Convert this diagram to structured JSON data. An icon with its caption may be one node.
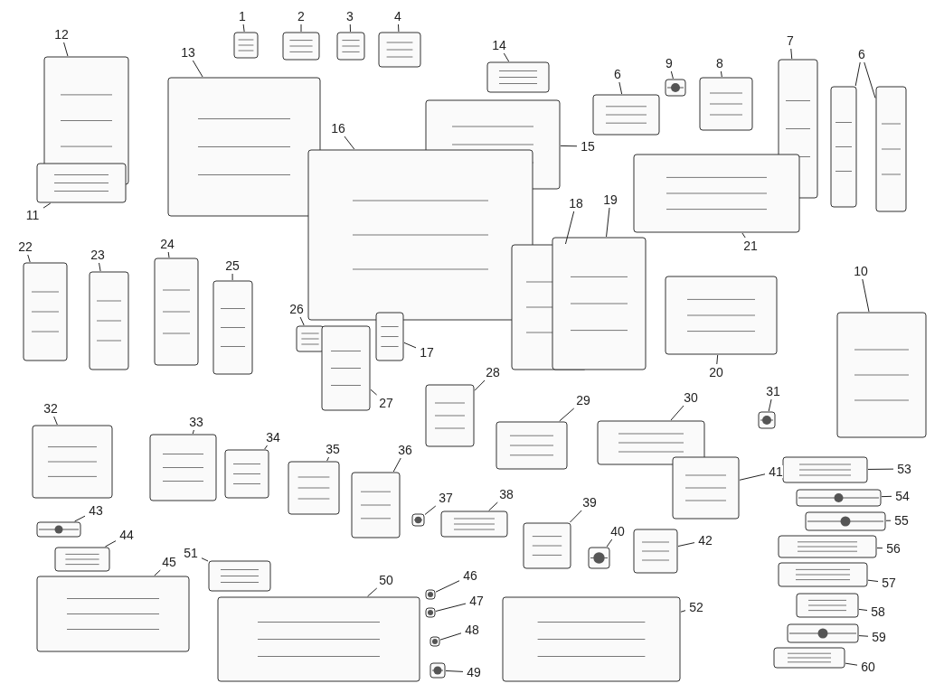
{
  "diagram": {
    "nodes": [
      {
        "text": [
          "1"
        ]
      },
      {
        "text": [],
        "shape": "picture"
      },
      {
        "text": [
          "2"
        ]
      },
      {
        "text": [],
        "shape": "picture"
      },
      {
        "text": [
          "3"
        ]
      },
      {
        "text": [],
        "shape": "picture"
      },
      {
        "text": [
          "4"
        ]
      },
      {
        "text": [],
        "shape": "picture"
      },
      {
        "text": [
          "12"
        ]
      },
      {
        "text": [],
        "shape": "picture"
      },
      {
        "text": [
          "13"
        ]
      },
      {
        "text": [],
        "shape": "picture"
      },
      {
        "text": [
          "14"
        ]
      },
      {
        "text": [],
        "shape": "picture"
      },
      {
        "text": [
          "6"
        ]
      },
      {
        "text": [],
        "shape": "picture"
      },
      {
        "text": [
          "9"
        ]
      },
      {
        "text": [],
        "shape": "picture"
      },
      {
        "text": [
          "8"
        ]
      },
      {
        "text": [],
        "shape": "picture"
      },
      {
        "text": [
          "7"
        ]
      },
      {
        "text": [],
        "shape": "picture"
      },
      {
        "text": [
          "6"
        ]
      },
      {
        "text": [],
        "shape": "picture"
      },
      {
        "text": [],
        "shape": "picture"
      },
      {
        "text": [
          "15"
        ]
      },
      {
        "text": [],
        "shape": "picture"
      },
      {
        "text": [
          "16"
        ]
      },
      {
        "text": [],
        "shape": "picture"
      },
      {
        "text": [
          "11"
        ]
      },
      {
        "text": [],
        "shape": "picture"
      },
      {
        "text": [
          "21"
        ]
      },
      {
        "text": [],
        "shape": "picture"
      },
      {
        "text": [
          "18"
        ]
      },
      {
        "text": [],
        "shape": "picture"
      },
      {
        "text": [
          "19"
        ]
      },
      {
        "text": [],
        "shape": "picture"
      },
      {
        "text": [
          "22"
        ]
      },
      {
        "text": [],
        "shape": "picture"
      },
      {
        "text": [
          "23"
        ]
      },
      {
        "text": [],
        "shape": "picture"
      },
      {
        "text": [
          "24"
        ]
      },
      {
        "text": [],
        "shape": "picture"
      },
      {
        "text": [
          "25"
        ]
      },
      {
        "text": [],
        "shape": "picture"
      },
      {
        "text": [
          "10"
        ]
      },
      {
        "text": [],
        "shape": "picture"
      },
      {
        "text": [
          "26"
        ]
      },
      {
        "text": [],
        "shape": "picture"
      },
      {
        "text": [
          "17"
        ]
      },
      {
        "text": [],
        "shape": "picture"
      },
      {
        "text": [
          "20"
        ]
      },
      {
        "text": [],
        "shape": "picture"
      },
      {
        "text": [
          "27"
        ]
      },
      {
        "text": [],
        "shape": "picture"
      },
      {
        "text": [
          "28"
        ]
      },
      {
        "text": [],
        "shape": "picture"
      },
      {
        "text": [
          "29"
        ]
      },
      {
        "text": [],
        "shape": "picture"
      },
      {
        "text": [
          "30"
        ]
      },
      {
        "text": [],
        "shape": "picture"
      },
      {
        "text": [
          "31"
        ]
      },
      {
        "text": [],
        "shape": "picture"
      },
      {
        "text": [
          "32"
        ]
      },
      {
        "text": [],
        "shape": "picture"
      },
      {
        "text": [
          "33"
        ]
      },
      {
        "text": [],
        "shape": "picture"
      },
      {
        "text": [
          "34"
        ]
      },
      {
        "text": [],
        "shape": "picture"
      },
      {
        "text": [
          "35"
        ]
      },
      {
        "text": [],
        "shape": "picture"
      },
      {
        "text": [
          "36"
        ]
      },
      {
        "text": [],
        "shape": "picture"
      },
      {
        "text": [
          "41"
        ]
      },
      {
        "text": [],
        "shape": "picture"
      },
      {
        "text": [
          "53"
        ]
      },
      {
        "text": [],
        "shape": "picture"
      },
      {
        "text": [
          "54"
        ]
      },
      {
        "text": [],
        "shape": "picture"
      },
      {
        "text": [
          "55"
        ]
      },
      {
        "text": [],
        "shape": "picture"
      },
      {
        "text": [
          "43"
        ]
      },
      {
        "text": [],
        "shape": "picture"
      },
      {
        "text": [
          "37"
        ]
      },
      {
        "text": [],
        "shape": "picture"
      },
      {
        "text": [
          "38"
        ]
      },
      {
        "text": [],
        "shape": "picture"
      },
      {
        "text": [
          "39"
        ]
      },
      {
        "text": [],
        "shape": "picture"
      },
      {
        "text": [
          "40"
        ]
      },
      {
        "text": [],
        "shape": "picture"
      },
      {
        "text": [
          "42"
        ]
      },
      {
        "text": [],
        "shape": "picture"
      },
      {
        "text": [
          "56"
        ]
      },
      {
        "text": [],
        "shape": "picture"
      },
      {
        "text": [
          "44"
        ]
      },
      {
        "text": [],
        "shape": "picture"
      },
      {
        "text": [
          "51"
        ]
      },
      {
        "text": [],
        "shape": "picture"
      },
      {
        "text": [
          "45"
        ]
      },
      {
        "text": [],
        "shape": "picture"
      },
      {
        "text": [
          "46"
        ]
      },
      {
        "text": [],
        "shape": "picture"
      },
      {
        "text": [
          "50"
        ]
      },
      {
        "text": [],
        "shape": "picture"
      },
      {
        "text": [
          "57"
        ]
      },
      {
        "text": [],
        "shape": "picture"
      },
      {
        "text": [
          "47"
        ]
      },
      {
        "text": [],
        "shape": "picture"
      },
      {
        "text": [
          "52"
        ]
      },
      {
        "text": [],
        "shape": "picture"
      },
      {
        "text": [
          "58"
        ]
      },
      {
        "text": [],
        "shape": "picture"
      },
      {
        "text": [
          "48"
        ]
      },
      {
        "text": [],
        "shape": "picture"
      },
      {
        "text": [
          "59"
        ]
      },
      {
        "text": [],
        "shape": "picture"
      },
      {
        "text": [
          "60"
        ]
      },
      {
        "text": [],
        "shape": "picture"
      },
      {
        "text": [
          "49"
        ]
      },
      {
        "text": [],
        "shape": "picture"
      }
    ],
    "edges": [
      {
        "from": 0,
        "to": 1,
        "arrow": "none"
      },
      {
        "from": 2,
        "to": 3,
        "arrow": "none"
      },
      {
        "from": 4,
        "to": 5,
        "arrow": "none"
      },
      {
        "from": 6,
        "to": 7,
        "arrow": "none"
      },
      {
        "from": 8,
        "to": 9,
        "arrow": "none"
      },
      {
        "from": 10,
        "to": 11,
        "arrow": "none"
      },
      {
        "from": 12,
        "to": 13,
        "arrow": "none"
      },
      {
        "from": 14,
        "to": 15,
        "arrow": "none"
      },
      {
        "from": 16,
        "to": 17,
        "arrow": "none"
      },
      {
        "from": 18,
        "to": 19,
        "arrow": "none"
      },
      {
        "from": 20,
        "to": 21,
        "arrow": "none"
      },
      {
        "from": 22,
        "to": 23,
        "arrow": "none"
      },
      {
        "from": 22,
        "to": 24,
        "arrow": "none"
      },
      {
        "from": 25,
        "to": 26,
        "arrow": "none"
      },
      {
        "from": 27,
        "to": 28,
        "arrow": "none"
      },
      {
        "from": 29,
        "to": 30,
        "arrow": "none"
      },
      {
        "from": 31,
        "to": 32,
        "arrow": "none"
      },
      {
        "from": 33,
        "to": 34,
        "arrow": "none"
      },
      {
        "from": 35,
        "to": 36,
        "arrow": "none"
      },
      {
        "from": 37,
        "to": 38,
        "arrow": "none"
      },
      {
        "from": 39,
        "to": 40,
        "arrow": "none"
      },
      {
        "from": 41,
        "to": 42,
        "arrow": "none"
      },
      {
        "from": 43,
        "to": 44,
        "arrow": "none"
      },
      {
        "from": 45,
        "to": 46,
        "arrow": "none"
      },
      {
        "from": 47,
        "to": 48,
        "arrow": "none"
      },
      {
        "from": 49,
        "to": 50,
        "arrow": "none"
      },
      {
        "from": 51,
        "to": 52,
        "arrow": "none"
      },
      {
        "from": 53,
        "to": 54,
        "arrow": "none"
      },
      {
        "from": 55,
        "to": 56,
        "arrow": "none"
      },
      {
        "from": 57,
        "to": 58,
        "arrow": "none"
      },
      {
        "from": 59,
        "to": 60,
        "arrow": "none"
      },
      {
        "from": 61,
        "to": 62,
        "arrow": "none"
      },
      {
        "from": 63,
        "to": 64,
        "arrow": "none"
      },
      {
        "from": 65,
        "to": 66,
        "arrow": "none"
      },
      {
        "from": 67,
        "to": 68,
        "arrow": "none"
      },
      {
        "from": 69,
        "to": 70,
        "arrow": "none"
      },
      {
        "from": 71,
        "to": 72,
        "arrow": "none"
      },
      {
        "from": 73,
        "to": 74,
        "arrow": "none"
      },
      {
        "from": 75,
        "to": 76,
        "arrow": "none"
      },
      {
        "from": 77,
        "to": 78,
        "arrow": "none"
      },
      {
        "from": 79,
        "to": 80,
        "arrow": "none"
      },
      {
        "from": 81,
        "to": 82,
        "arrow": "none"
      },
      {
        "from": 83,
        "to": 84,
        "arrow": "none"
      },
      {
        "from": 85,
        "to": 86,
        "arrow": "none"
      },
      {
        "from": 87,
        "to": 88,
        "arrow": "none"
      },
      {
        "from": 89,
        "to": 90,
        "arrow": "none"
      },
      {
        "from": 91,
        "to": 92,
        "arrow": "none"
      },
      {
        "from": 93,
        "to": 94,
        "arrow": "none"
      },
      {
        "from": 95,
        "to": 96,
        "arrow": "none"
      },
      {
        "from": 97,
        "to": 98,
        "arrow": "none"
      },
      {
        "from": 99,
        "to": 100,
        "arrow": "none"
      },
      {
        "from": 101,
        "to": 102,
        "arrow": "none"
      },
      {
        "from": 103,
        "to": 104,
        "arrow": "none"
      },
      {
        "from": 105,
        "to": 106,
        "arrow": "none"
      },
      {
        "from": 107,
        "to": 108,
        "arrow": "none"
      },
      {
        "from": 109,
        "to": 110,
        "arrow": "none"
      },
      {
        "from": 111,
        "to": 112,
        "arrow": "none"
      },
      {
        "from": 113,
        "to": 114,
        "arrow": "none"
      },
      {
        "from": 115,
        "to": 116,
        "arrow": "none"
      },
      {
        "from": 117,
        "to": 118,
        "arrow": "none"
      },
      {
        "from": 119,
        "to": 120,
        "arrow": "none"
      }
    ]
  }
}
